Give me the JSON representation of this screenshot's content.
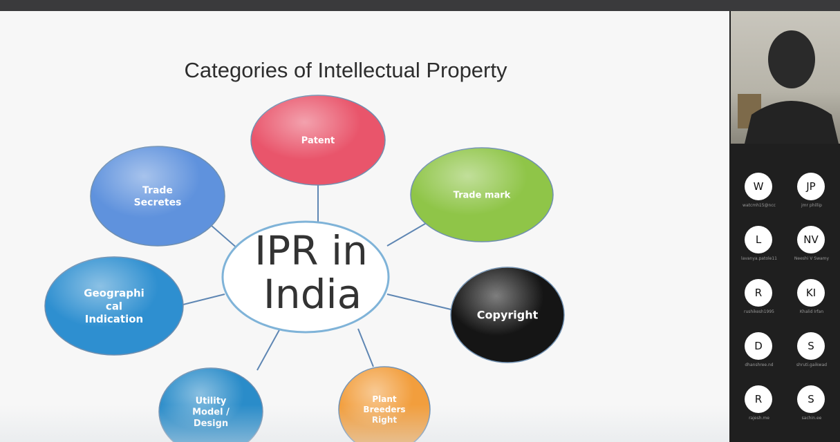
{
  "slide": {
    "title": "Categories of Intellectual Property",
    "center": {
      "line1": "IPR in",
      "line2": "India"
    },
    "nodes": [
      {
        "id": "patent",
        "lines": [
          "Patent"
        ],
        "color": "#e9556b"
      },
      {
        "id": "trademark",
        "lines": [
          "Trade mark"
        ],
        "color": "#8fc548"
      },
      {
        "id": "copyright",
        "lines": [
          "Copyright"
        ],
        "color": "#151515"
      },
      {
        "id": "plant",
        "lines": [
          "Plant",
          "Breeders",
          "Right"
        ],
        "color": "#f29e3d"
      },
      {
        "id": "utility",
        "lines": [
          "Utility",
          "Model /",
          "Design"
        ],
        "color": "#2a8cc9"
      },
      {
        "id": "geo",
        "lines": [
          "Geographi",
          "cal",
          "Indication"
        ],
        "color": "#2e8fd0"
      },
      {
        "id": "trade-secrets",
        "lines": [
          "Trade",
          "Secretes"
        ],
        "color": "#5f92dd"
      }
    ]
  },
  "participants": [
    {
      "initials": "W",
      "name": "watcmh15@ncc"
    },
    {
      "initials": "JP",
      "name": "jmr phillip"
    },
    {
      "initials": "L",
      "name": "lavanya.patole11"
    },
    {
      "initials": "NV",
      "name": "Neeshi V Swamy"
    },
    {
      "initials": "R",
      "name": "rushikesh1995"
    },
    {
      "initials": "KI",
      "name": "Khalid Irfan"
    },
    {
      "initials": "D",
      "name": "dhanshree.nd"
    },
    {
      "initials": "S",
      "name": "shruti.gaikwad"
    },
    {
      "initials": "R",
      "name": "rajesh.me"
    },
    {
      "initials": "S",
      "name": "sachin.ee"
    }
  ]
}
